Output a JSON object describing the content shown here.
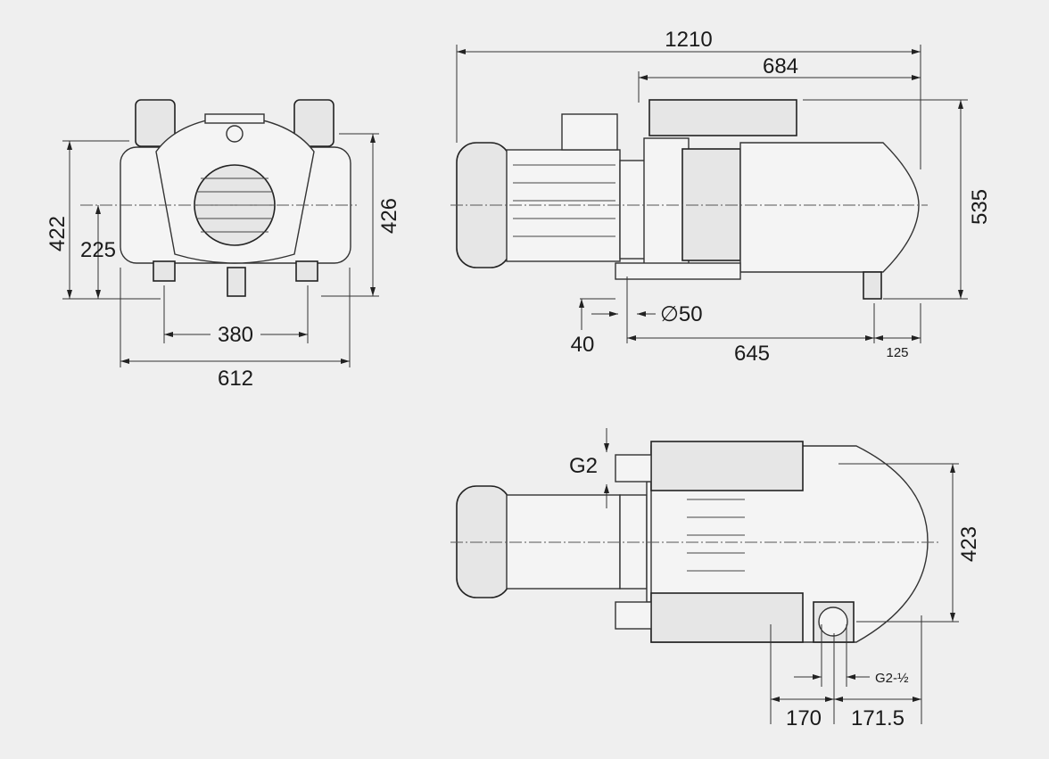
{
  "diagram": {
    "title": "Vacuum pump dimensional drawing",
    "front_view": {
      "height_overall": "422",
      "axis_height": "225",
      "height_right": "426",
      "foot_spacing": "380",
      "width": "612"
    },
    "side_view": {
      "length_overall": "1210",
      "pump_length": "684",
      "height": "535",
      "foot_offset": "40",
      "port_diameter": "∅50",
      "foot_span": "645",
      "rear_overhang": "125"
    },
    "top_view": {
      "port_inlet": "G2",
      "width": "423",
      "port_x1": "170",
      "port_x2": "171.5",
      "port_outlet": "G2-½"
    }
  }
}
